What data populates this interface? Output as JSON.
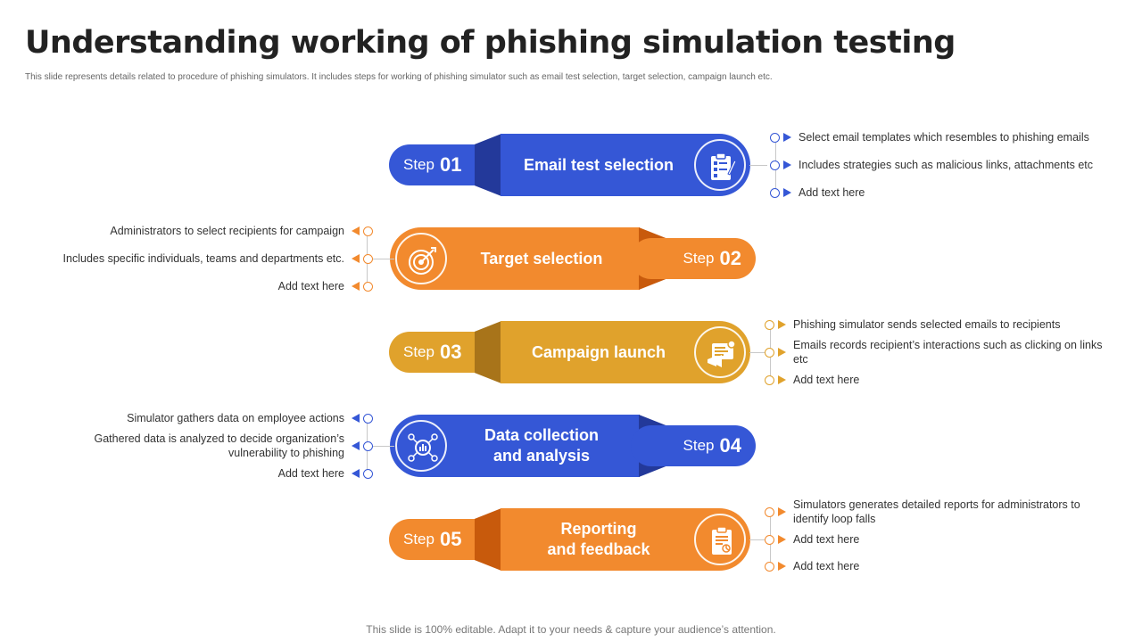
{
  "title": "Understanding working of phishing simulation testing",
  "subtitle": "This slide represents details related to procedure of phishing simulators. It includes steps for working of phishing simulator such as email test selection, target selection, campaign launch etc.",
  "footer": "This slide is 100% editable. Adapt it to your needs & capture your audience’s attention.",
  "colors": {
    "blue": "#3557d6",
    "orange": "#f28a2e",
    "gold": "#e0a22c"
  },
  "steps": [
    {
      "word": "Step",
      "num": "01",
      "label": "Email test selection",
      "icon": "checklist-icon",
      "color": "blue",
      "bullets": [
        "Select email templates which resembles to phishing emails",
        "Includes strategies such as malicious links, attachments etc",
        "Add text here"
      ]
    },
    {
      "word": "Step",
      "num": "02",
      "label": "Target selection",
      "icon": "target-icon",
      "color": "orange",
      "bullets": [
        "Administrators to select recipients for campaign",
        "Includes specific individuals, teams and departments etc.",
        "Add text here"
      ]
    },
    {
      "word": "Step",
      "num": "03",
      "label": "Campaign launch",
      "icon": "megaphone-icon",
      "color": "gold",
      "bullets": [
        "Phishing simulator sends selected emails to recipients",
        "Emails records recipient’s interactions such as clicking on links etc",
        "Add text here"
      ]
    },
    {
      "word": "Step",
      "num": "04",
      "label_line1": "Data collection",
      "label_line2": "and analysis",
      "icon": "data-network-icon",
      "color": "blue",
      "bullets": [
        "Simulator gathers data on employee actions",
        "Gathered data is analyzed to decide organization’s vulnerability to phishing",
        "Add text here"
      ]
    },
    {
      "word": "Step",
      "num": "05",
      "label_line1": "Reporting",
      "label_line2": "and feedback",
      "icon": "report-clipboard-icon",
      "color": "orange",
      "bullets": [
        "Simulators generates detailed reports for administrators to identify loop falls",
        "Add text here",
        "Add text here"
      ]
    }
  ]
}
